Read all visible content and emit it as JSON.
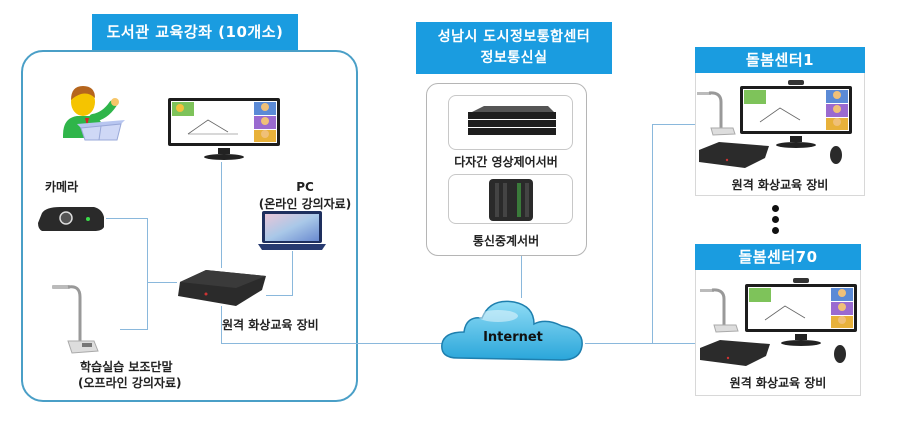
{
  "library": {
    "title": "도서관 교육강좌 (10개소)",
    "camera_label": "카메라",
    "pc_label": "PC",
    "pc_sublabel": "(온라인 강의자료)",
    "device_label": "원격 화상교육 장비",
    "document_camera_label": "학습실습 보조단말",
    "document_camera_sublabel": "(오프라인 강의자료)"
  },
  "center": {
    "title_line1": "성남시 도시정보통합센터",
    "title_line2": "정보통신실",
    "server1_label": "다자간 영상제어서버",
    "server2_label": "통신중계서버"
  },
  "internet": {
    "label": "Internet"
  },
  "care_centers": [
    {
      "title": "돌봄센터1",
      "device_label": "원격 화상교육 장비"
    },
    {
      "title": "돌봄센터70",
      "device_label": "원격 화상교육 장비"
    }
  ],
  "colors": {
    "title_blue": "#1a9ce0",
    "line_blue": "#8ab8dc",
    "frame_teal": "#4a9fc7"
  }
}
